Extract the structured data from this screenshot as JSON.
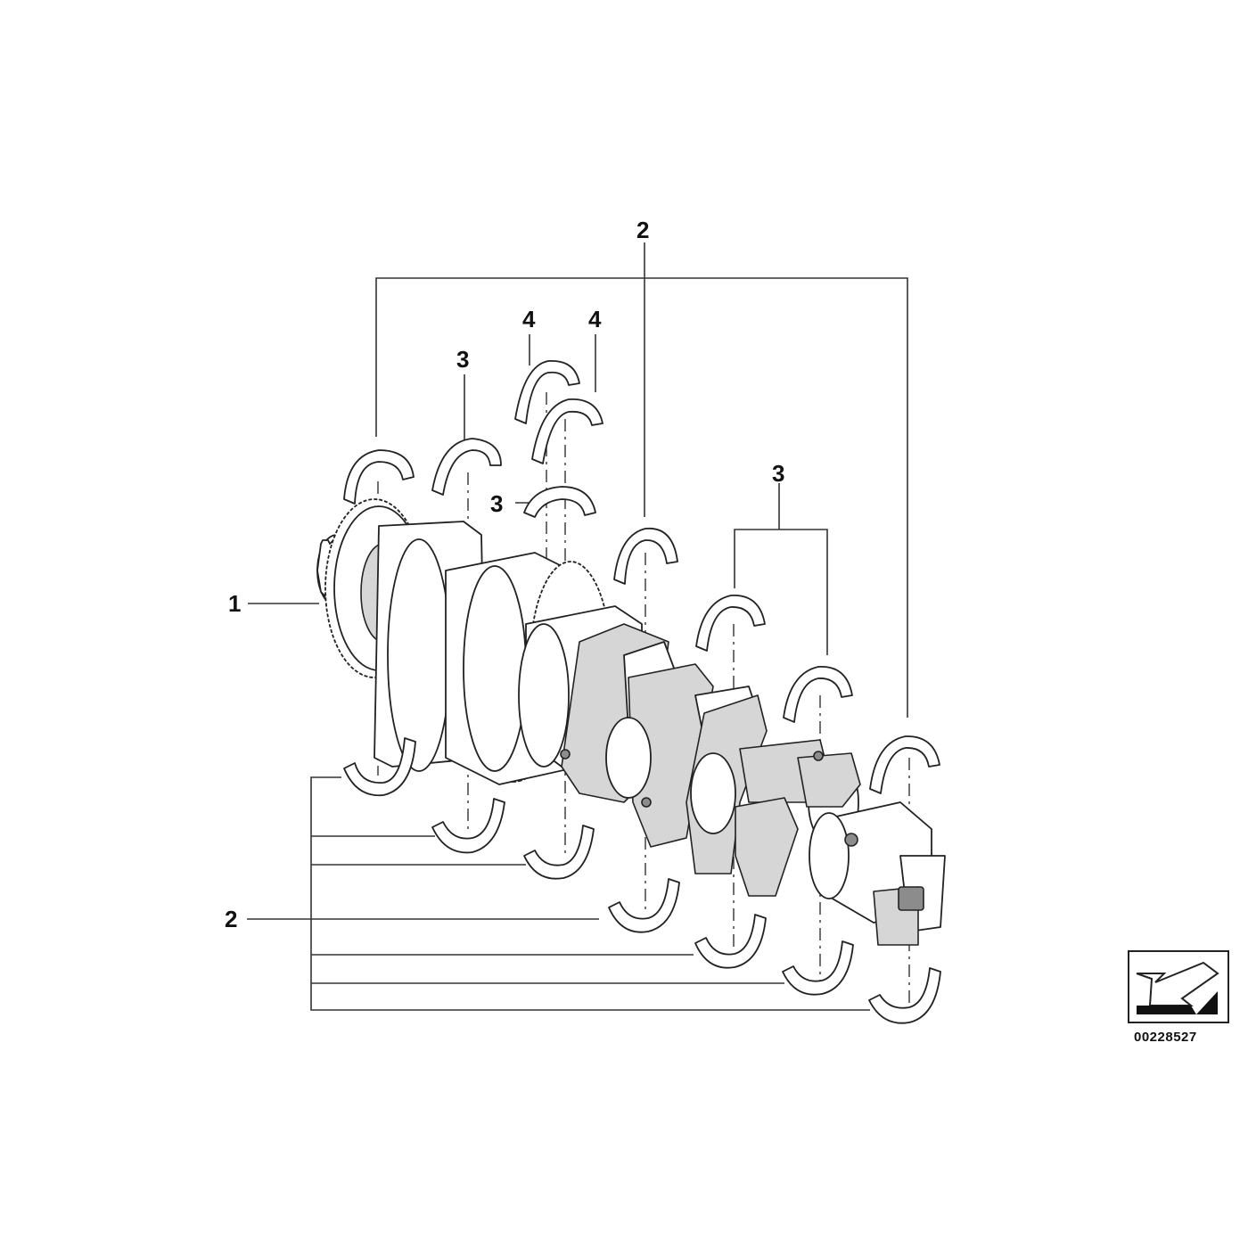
{
  "callouts": {
    "crankshaft": "1",
    "main_bearing_top": "2",
    "main_bearing_left": "2",
    "bearing_shell_a": "3",
    "bearing_shell_b": "3",
    "bearing_shell_c": "3",
    "thrust_washer_a": "4",
    "thrust_washer_b": "4"
  },
  "document_number": "00228527",
  "icon": "orientation-arrow-icon",
  "colors": {
    "line": "#222222",
    "shade": "#d6d6d6",
    "background": "#ffffff"
  }
}
